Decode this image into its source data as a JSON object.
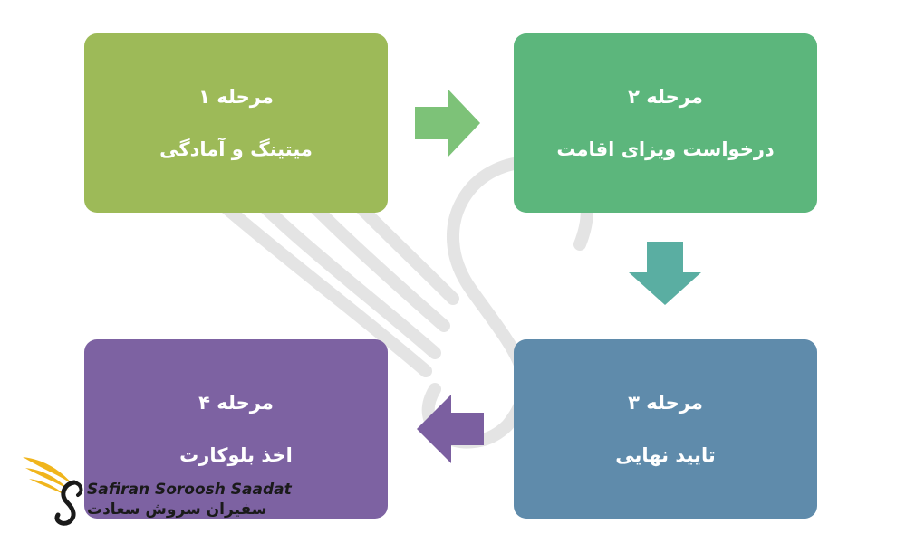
{
  "colors": {
    "step1": "#9dba58",
    "step2": "#5cb67c",
    "step3": "#5f8bab",
    "step4": "#7d62a2",
    "arrow1": "#7dc278",
    "arrow2": "#5aaea2",
    "arrow3": "#7b5fa0",
    "logo_gold": "#f0b51c"
  },
  "steps": [
    {
      "title": "مرحله ۱",
      "desc": "میتینگ و آمادگی"
    },
    {
      "title": "مرحله ۲",
      "desc": "درخواست ویزای اقامت"
    },
    {
      "title": "مرحله ۳",
      "desc": "تایید نهایی"
    },
    {
      "title": "مرحله ۴",
      "desc": "اخذ بلوکارت"
    }
  ],
  "logo": {
    "en": "Safiran Soroosh Saadat",
    "fa": "سفیران سروش سعادت"
  }
}
